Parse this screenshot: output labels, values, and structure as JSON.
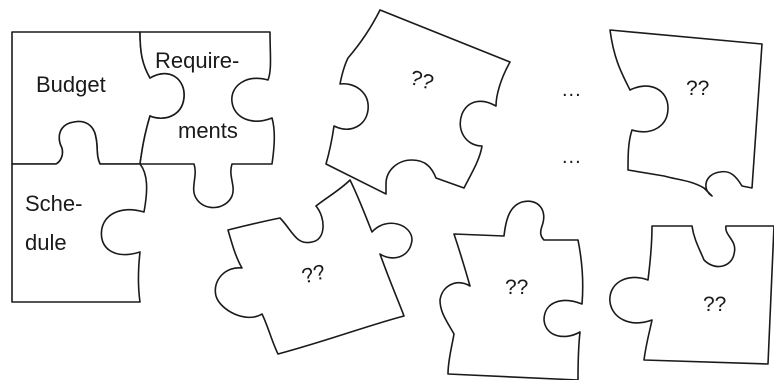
{
  "pieces": {
    "budget": "Budget",
    "requirements_line1": "Require-",
    "requirements_line2": "ments",
    "schedule_line1": "Sche-",
    "schedule_line2": "dule",
    "unknown_1": "??",
    "unknown_2": "??",
    "unknown_3": "??",
    "unknown_4": "??",
    "unknown_5": "??"
  },
  "ellipsis_top": "...",
  "ellipsis_mid": "..."
}
